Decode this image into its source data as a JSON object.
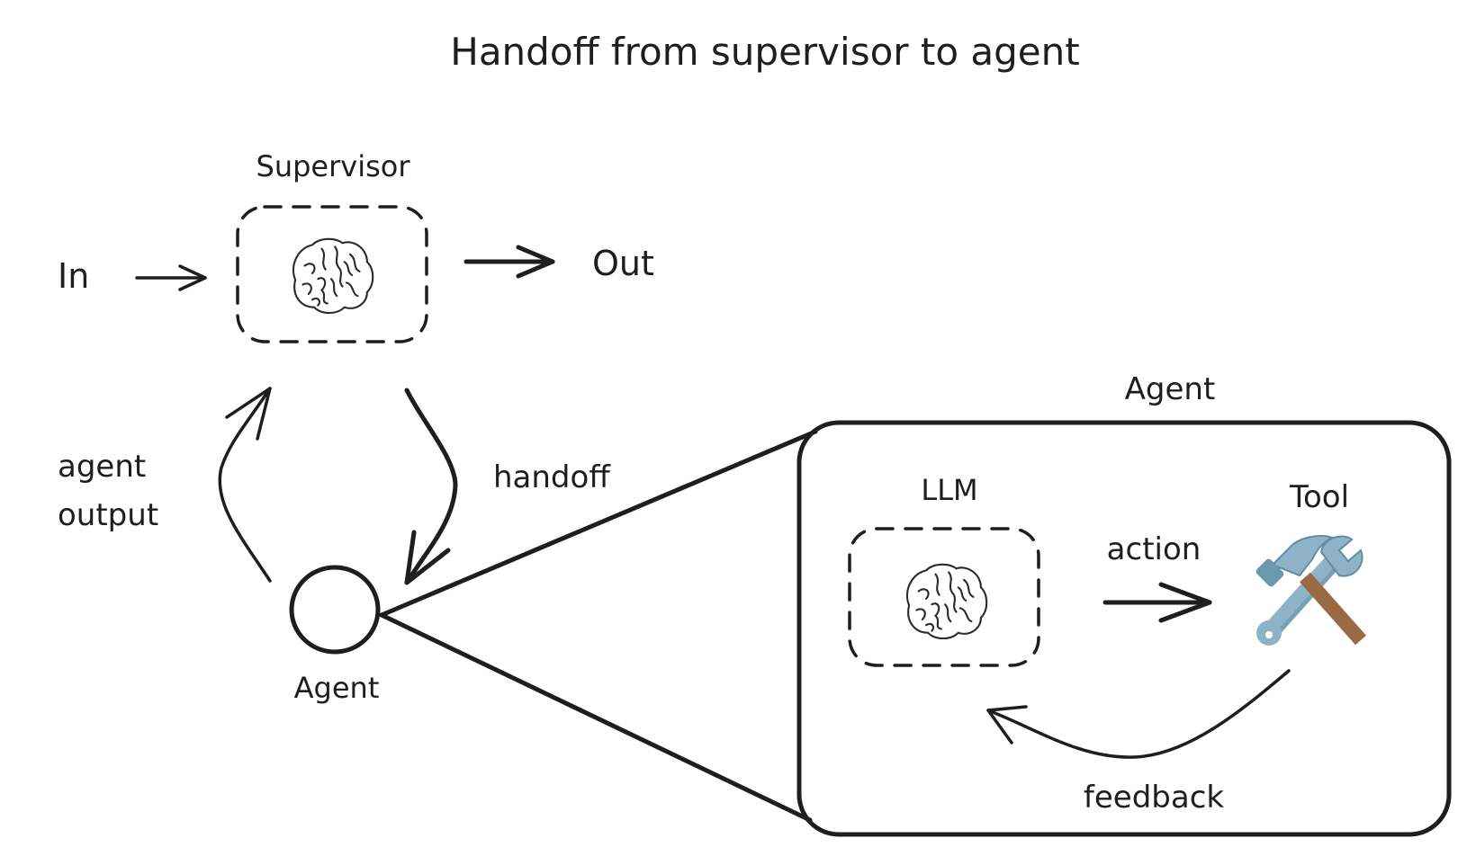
{
  "title": "Handoff from supervisor to agent",
  "supervisor": {
    "label": "Supervisor",
    "icon": "brain-icon",
    "input_label": "In",
    "output_label": "Out"
  },
  "edges": {
    "handoff_label": "handoff",
    "agent_output_line1": "agent",
    "agent_output_line2": "output"
  },
  "agent_node": {
    "label": "Agent"
  },
  "agent_detail": {
    "label": "Agent",
    "llm_label": "LLM",
    "llm_icon": "brain-icon",
    "tool_label": "Tool",
    "tool_icon": "hammer-and-wrench-icon",
    "action_label": "action",
    "feedback_label": "feedback"
  },
  "colors": {
    "ink": "#1e1e1e",
    "tool_metal": "#8fb3c6",
    "tool_metal_dark": "#5f8ea3",
    "tool_handle": "#9a6a45"
  }
}
